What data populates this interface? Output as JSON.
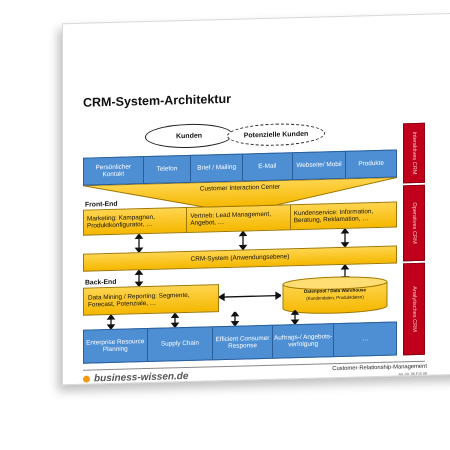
{
  "title": "CRM-System-Architektur",
  "customers": {
    "primary": "Kunden",
    "potential": "Potenzielle Kunden"
  },
  "channels": [
    "Persönlicher Kontakt",
    "Telefon",
    "Brief / Mailing",
    "E-Mail",
    "Webseite/ Mobil",
    "Produkte"
  ],
  "interaction_center": "Customer Interaction Center",
  "frontend": {
    "label": "Front-End",
    "boxes": [
      "Marketing: Kampagnen, Produktkonfigurator, …",
      "Vertrieb: Lead Management, Angebot, …",
      "Kundenservice: Information, Beratung, Reklamation, …"
    ]
  },
  "crm_system": "CRM-System (Anwendungsebene)",
  "backend": {
    "label": "Back-End",
    "analytics": "Data Mining / Reporting: Segmente, Forecast, Potenziale, …",
    "warehouse_title": "Datenpool / Data Warehouse",
    "warehouse_sub": "(Kundendaten, Produktdaten)"
  },
  "systems": [
    "Enterprise Resource Planning",
    "Supply Chain",
    "Efficient Consumer Response",
    "Auftrags-/ Angebots- verfolgung",
    "…"
  ],
  "side_labels": [
    "Interaktives CRM",
    "Operatives CRM",
    "Analytisches CRM"
  ],
  "footer": {
    "brand": "business-wissen.de",
    "caption": "Customer-Relationship-Management",
    "art_nr": "Art.-Nr. 06.F15.08"
  },
  "colors": {
    "blue": "#4e8fd3",
    "yellow": "#f5b800",
    "red": "#c0001a",
    "brand_dot": "#f39c12"
  }
}
